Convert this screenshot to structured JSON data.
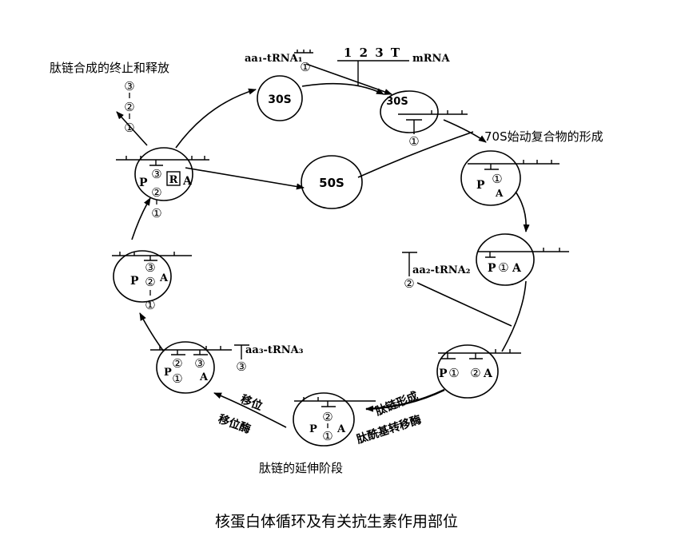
{
  "title": "核蛋白体循环及有关抗生素作用部位",
  "stage_titles": {
    "termination": "肽链合成的终止和释放",
    "initiation": "70S始动复合物的形成",
    "elongation": "肽链的延伸阶段"
  },
  "molecules": {
    "trna1": "aa₁-tRNA₁",
    "mrna_codons": "1 2 3 T",
    "mrna": "mRNA",
    "trna2": "aa₂-tRNA₂",
    "trna3": "aa₃-tRNA₃",
    "sub30s_free": "30S",
    "sub30s_bound": "30S",
    "sub50s": "50S"
  },
  "sites": {
    "p": "P",
    "a": "A",
    "r": "R"
  },
  "residues": {
    "one": "①",
    "two": "②",
    "three": "③"
  },
  "steps": {
    "peptide_formation": "肽链形成",
    "peptidyl_transferase": "肽酰基转移酶",
    "translocation": "移位",
    "translocase": "移位酶"
  }
}
